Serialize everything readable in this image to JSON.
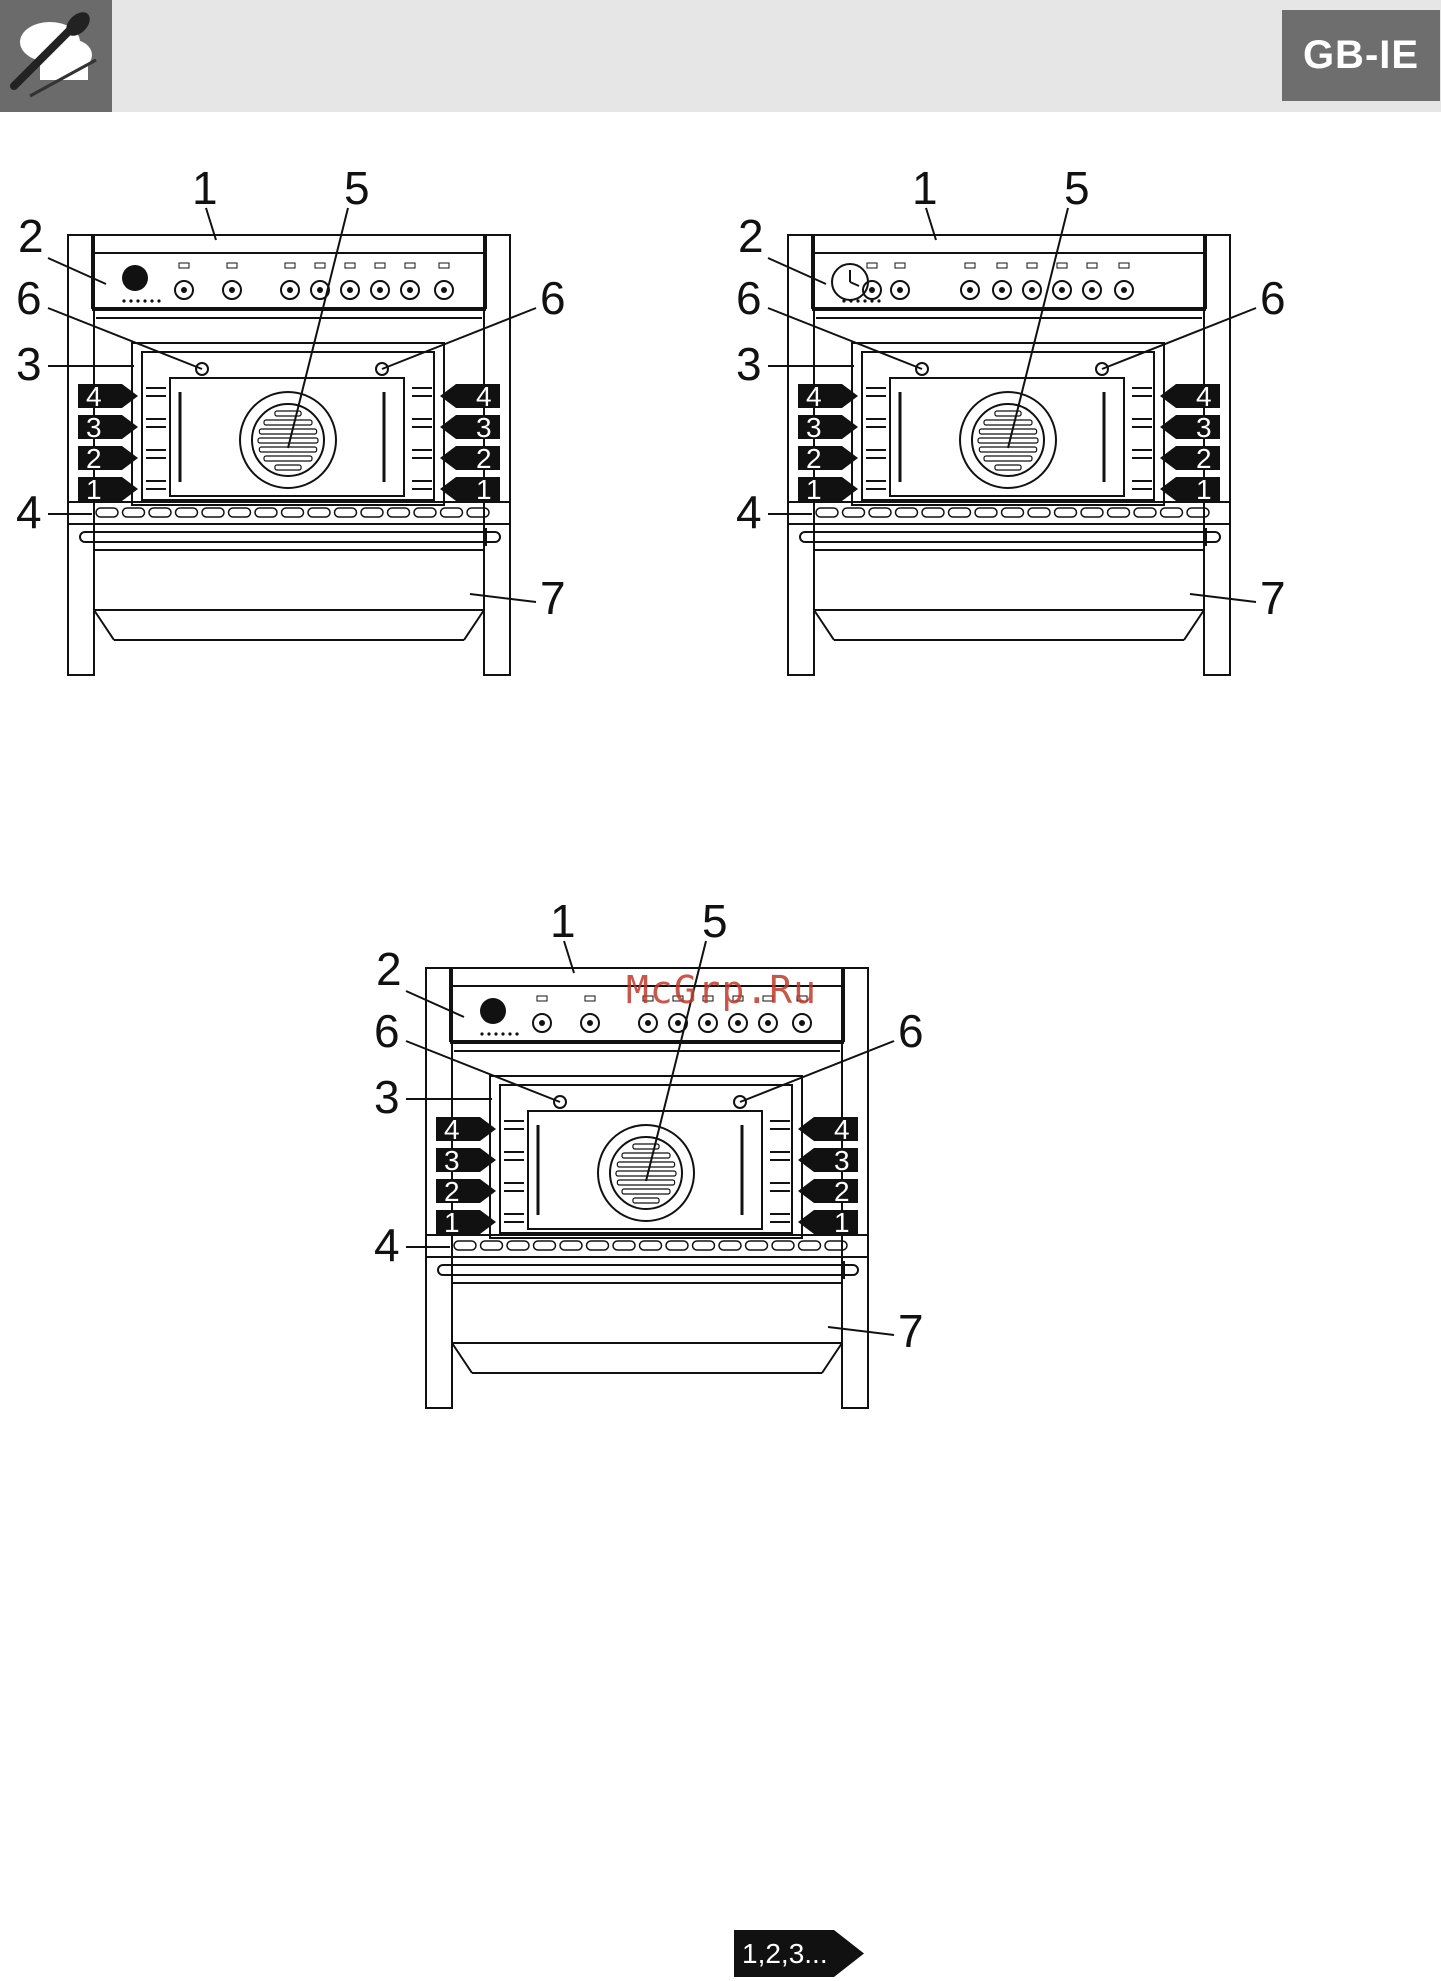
{
  "header": {
    "language_badge": "GB-IE",
    "accent_color": "#6e6e6e",
    "logo_icon": "chef-hat-spoon-icon"
  },
  "watermark": "McGrp.Ru",
  "diagrams": [
    {
      "variant": "top-left",
      "callouts": [
        "1",
        "2",
        "3",
        "4",
        "5",
        "6",
        "6",
        "7"
      ],
      "rack_levels": [
        "4",
        "3",
        "2",
        "1"
      ]
    },
    {
      "variant": "top-right",
      "callouts": [
        "1",
        "2",
        "3",
        "4",
        "5",
        "6",
        "6",
        "7"
      ],
      "rack_levels": [
        "4",
        "3",
        "2",
        "1"
      ]
    },
    {
      "variant": "bottom-center",
      "callouts": [
        "1",
        "2",
        "3",
        "4",
        "5",
        "6",
        "6",
        "7"
      ],
      "rack_levels": [
        "4",
        "3",
        "2",
        "1"
      ]
    }
  ],
  "footer": {
    "continue_label": "1,2,3..."
  }
}
